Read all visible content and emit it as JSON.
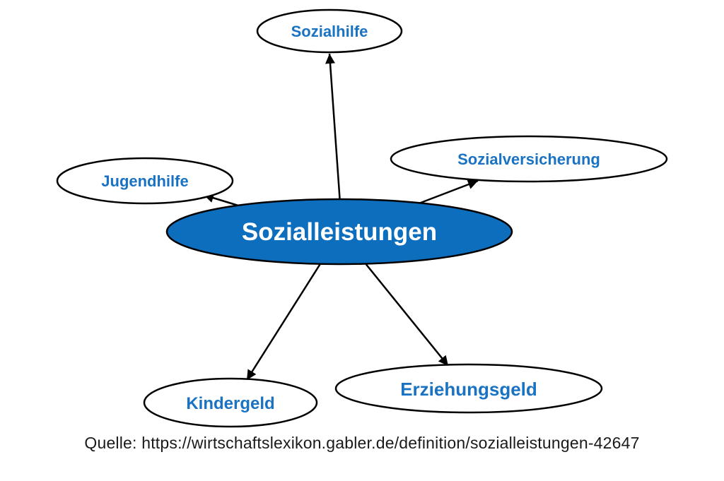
{
  "diagram": {
    "center": "Sozialleistungen",
    "nodes": {
      "sozialhilfe": "Sozialhilfe",
      "jugendhilfe": "Jugendhilfe",
      "sozialversicherung": "Sozialversicherung",
      "kindergeld": "Kindergeld",
      "erziehungsgeld": "Erziehungsgeld"
    },
    "edges": [
      {
        "from": "Sozialleistungen",
        "to": "Sozialhilfe"
      },
      {
        "from": "Sozialleistungen",
        "to": "Jugendhilfe"
      },
      {
        "from": "Sozialleistungen",
        "to": "Sozialversicherung"
      },
      {
        "from": "Sozialleistungen",
        "to": "Kindergeld"
      },
      {
        "from": "Sozialleistungen",
        "to": "Erziehungsgeld"
      }
    ]
  },
  "source": "Quelle: https://wirtschaftslexikon.gabler.de/definition/sozialleistungen-42647",
  "colors": {
    "center_fill": "#0c6ebd",
    "label_text": "#1a73c2",
    "edge": "#000000"
  }
}
